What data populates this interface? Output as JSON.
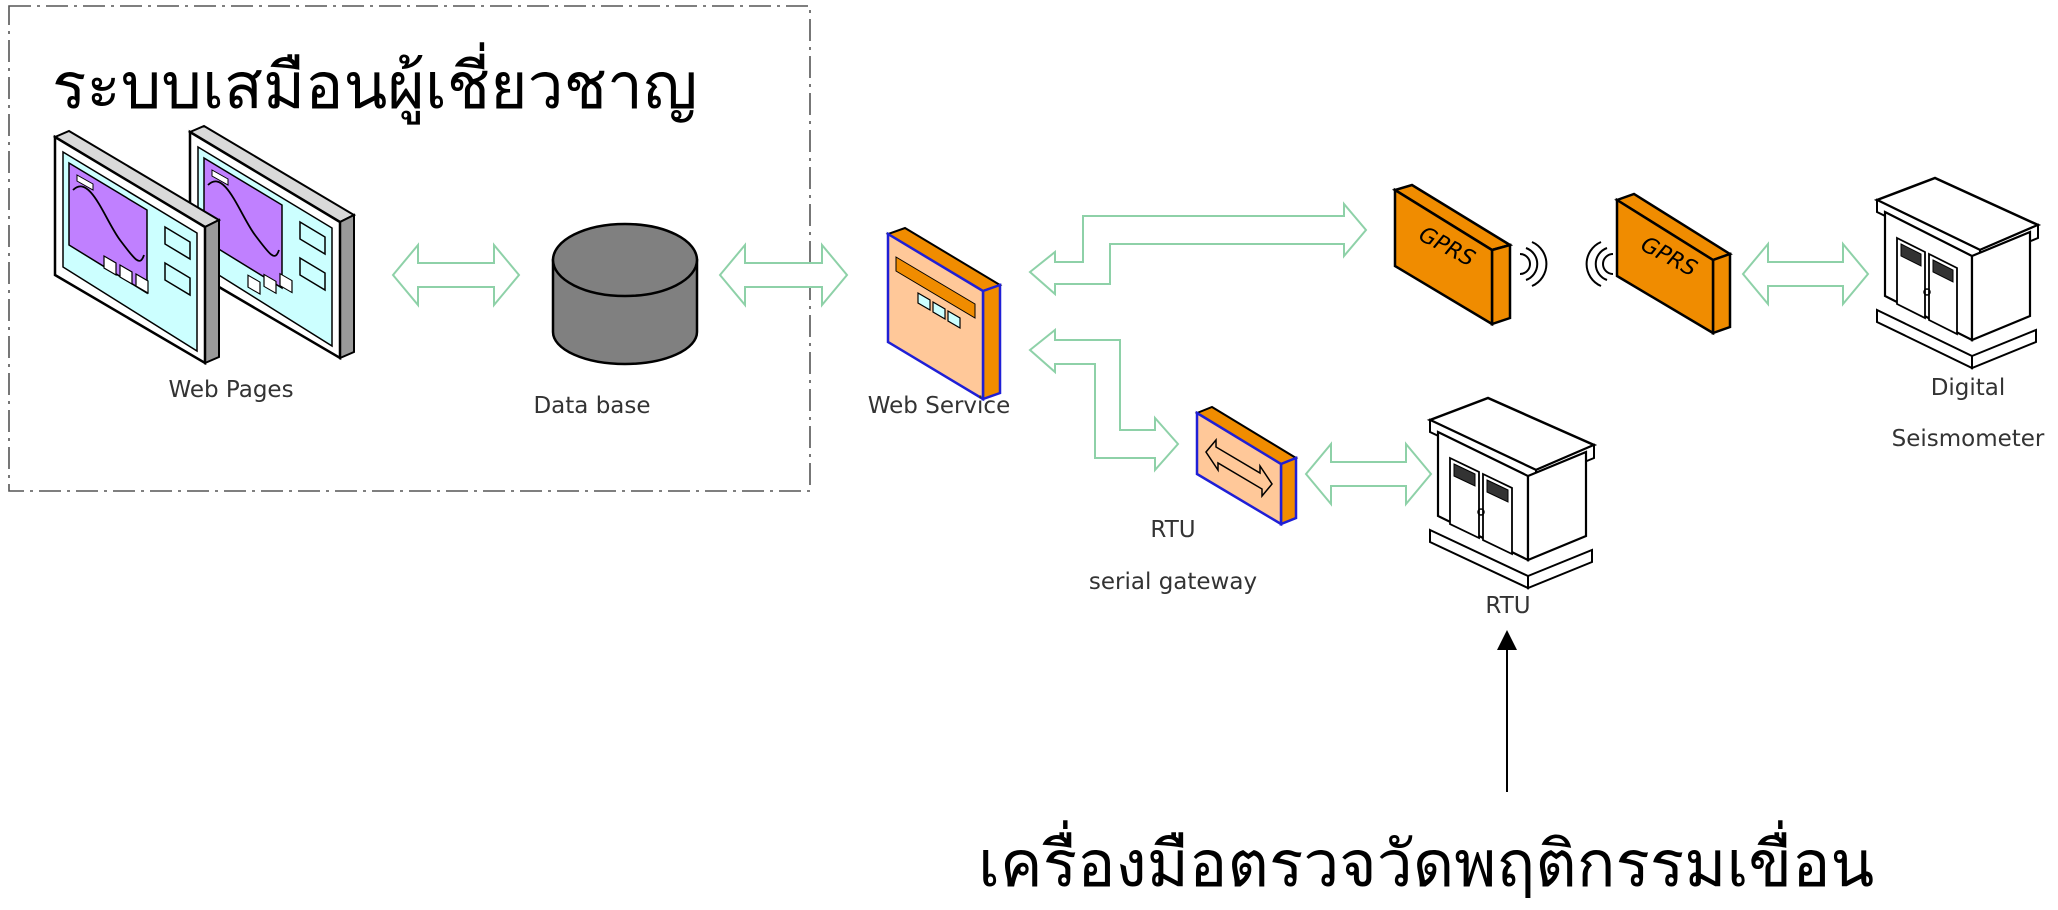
{
  "group": {
    "title": "ระบบเสมือนผู้เชี่ยวชาญ"
  },
  "nodes": {
    "web_pages": "Web Pages",
    "database": "Data base",
    "web_service": "Web Service",
    "gprs_left": "GPRS",
    "gprs_right": "GPRS",
    "digital_seismometer_line1": "Digital",
    "digital_seismometer_line2": "Seismometer",
    "rtu_gateway_line1": "RTU",
    "rtu_gateway_line2": "serial gateway",
    "rtu": "RTU"
  },
  "annotation": {
    "text": "เครื่องมือตรวจวัดพฤติกรรมเขื่อน"
  },
  "colors": {
    "connector_outline": "#8ed1a8",
    "device_orange": "#f08c00",
    "device_peach": "#ffc899",
    "device_border_blue": "#1f1fd6",
    "screen_cyan": "#ccffff",
    "screen_purple": "#c080ff",
    "database_gray": "#808080",
    "group_border": "#555555"
  }
}
